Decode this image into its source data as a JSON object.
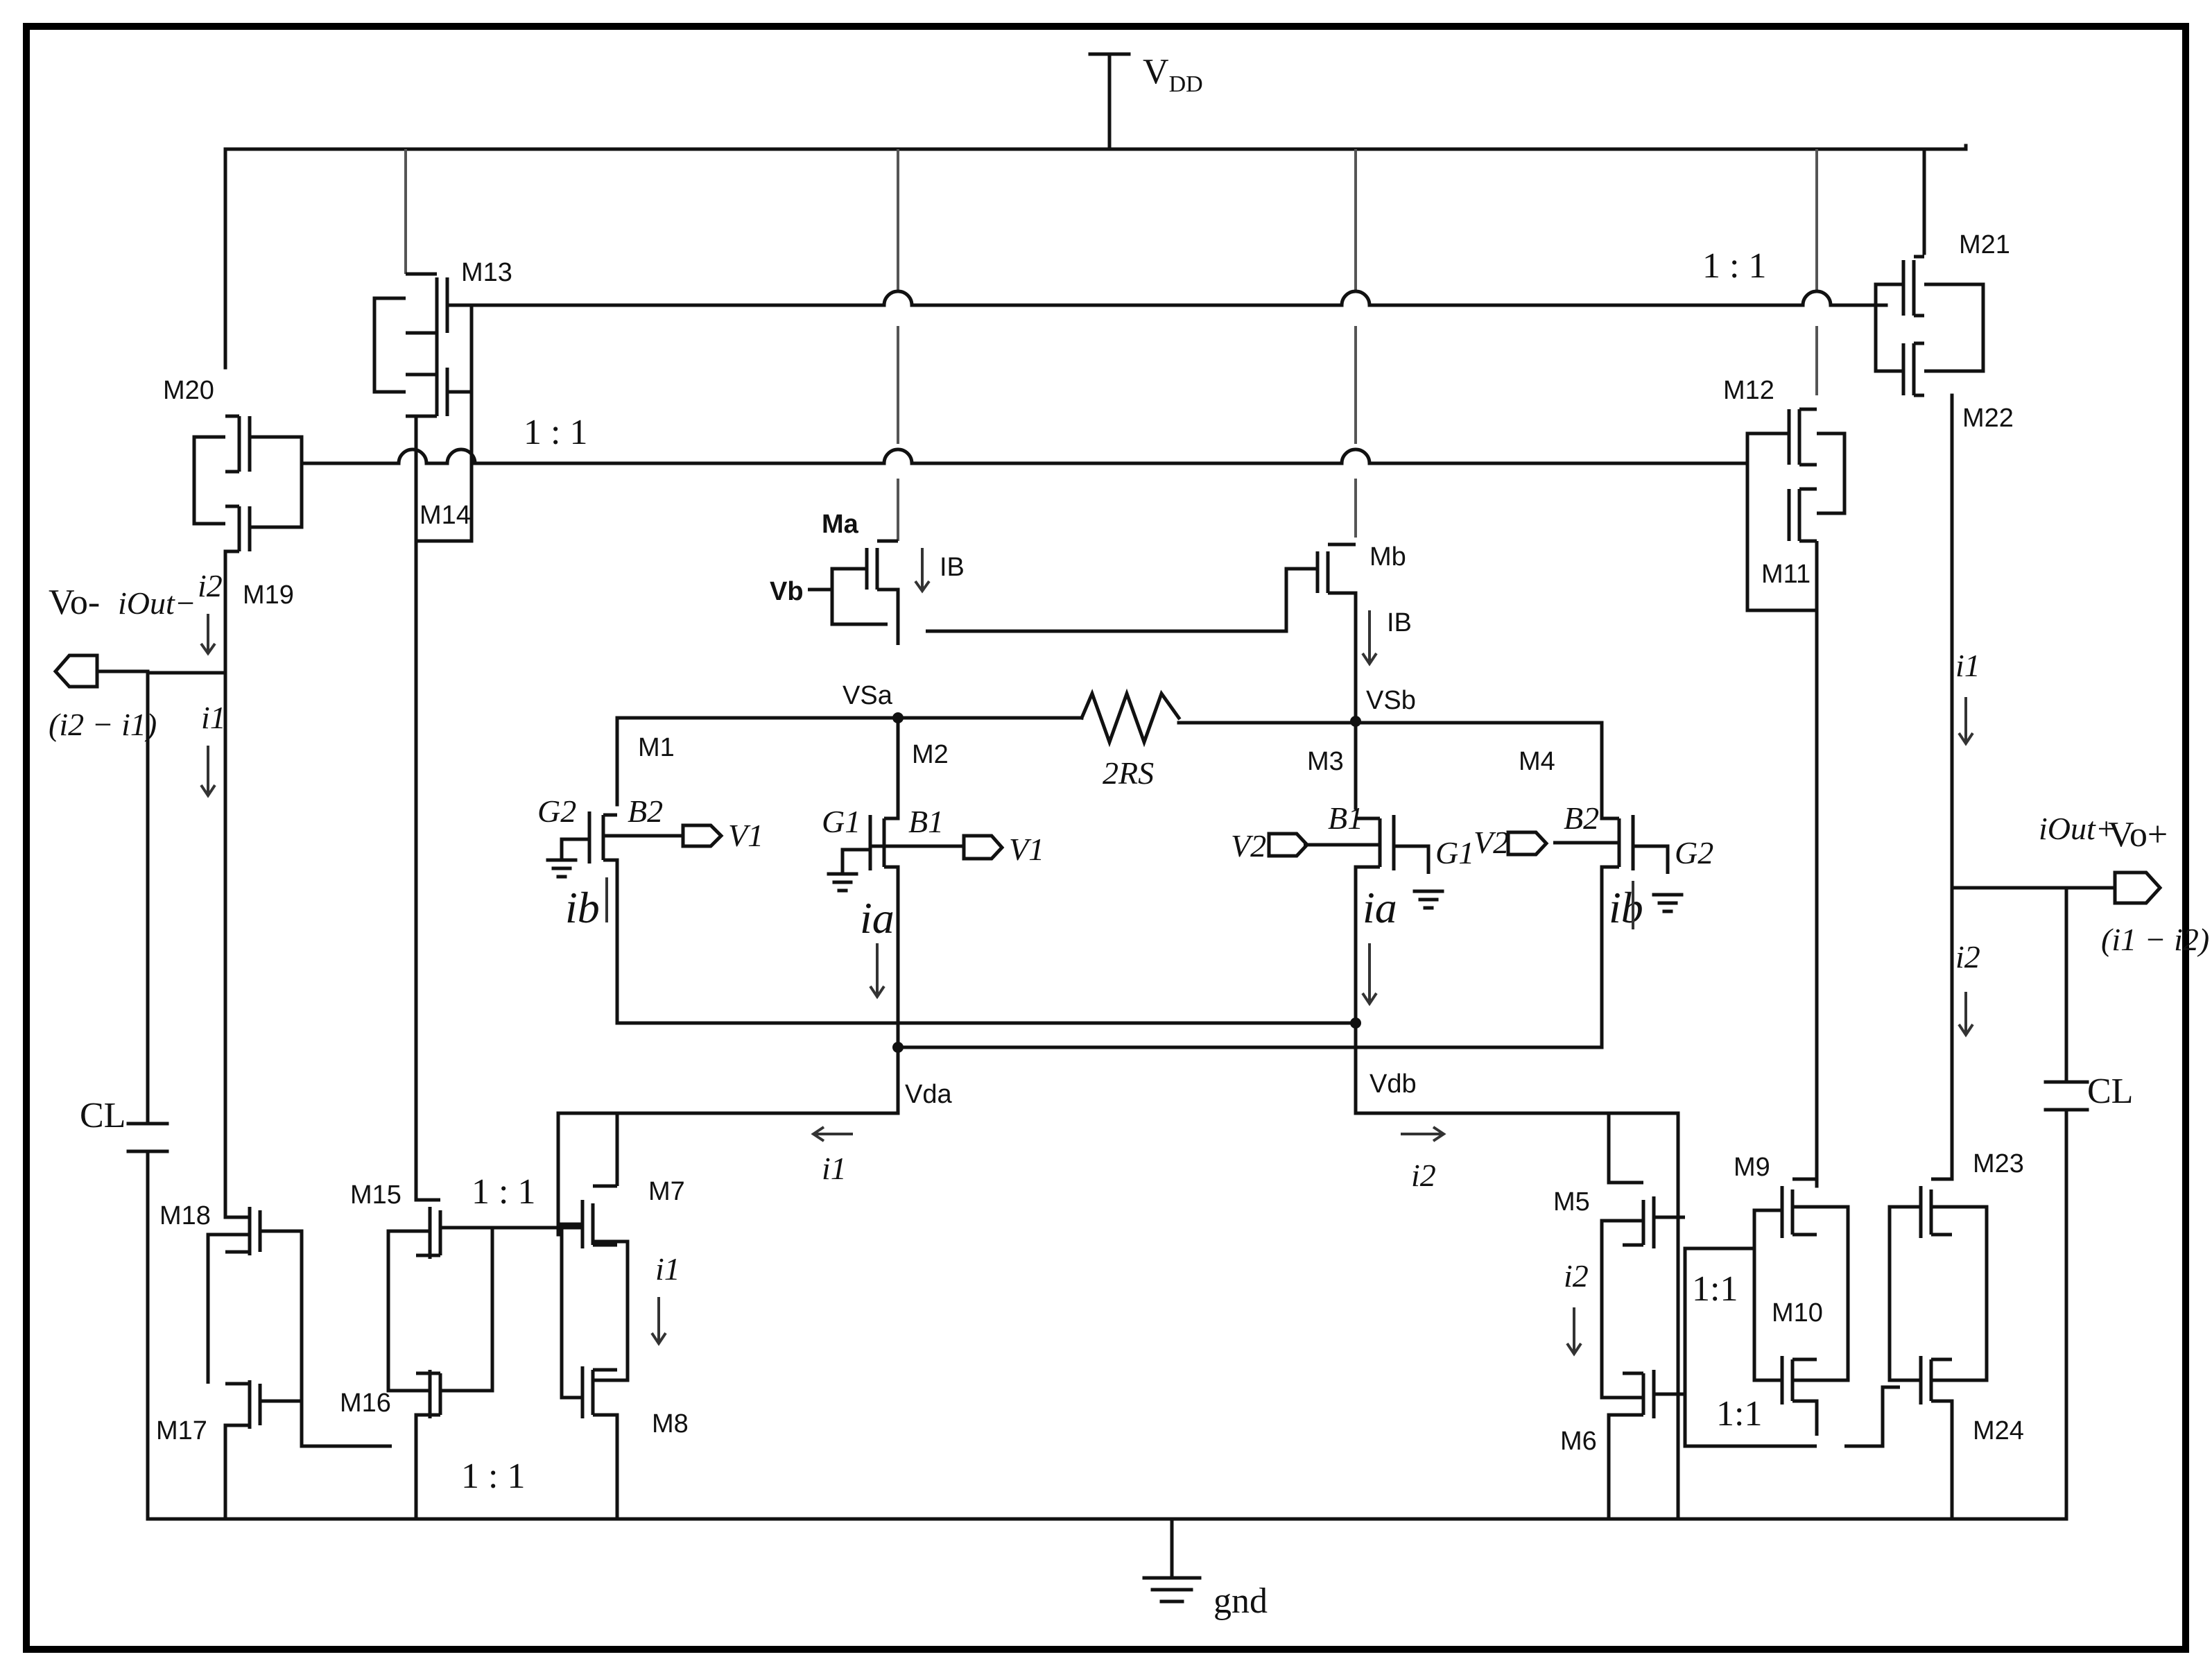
{
  "supply": {
    "vdd": "V",
    "vdd_sub": "DD",
    "gnd": "gnd"
  },
  "transistors": {
    "M1": "M1",
    "M2": "M2",
    "M3": "M3",
    "M4": "M4",
    "M5": "M5",
    "M6": "M6",
    "M7": "M7",
    "M8": "M8",
    "M9": "M9",
    "M10": "M10",
    "M11": "M11",
    "M12": "M12",
    "M13": "M13",
    "M14": "M14",
    "M15": "M15",
    "M16": "M16",
    "M17": "M17",
    "M18": "M18",
    "M19": "M19",
    "M20": "M20",
    "M21": "M21",
    "M22": "M22",
    "M23": "M23",
    "M24": "M24",
    "Ma": "Ma",
    "Mb": "Mb"
  },
  "nodes": {
    "vsa": "VSa",
    "vsb": "VSb",
    "vda": "Vda",
    "vdb": "Vdb",
    "vb": "Vb",
    "ib_a": "IB",
    "ib_b": "IB"
  },
  "resistor": {
    "label": "2RS"
  },
  "terminals": {
    "g2_left": "G2",
    "b2_left": "B2",
    "v1_left": "V1",
    "g1_left": "G1",
    "b1_left": "B1",
    "v1_mid": "V1",
    "v2_mid": "V2",
    "b1_right": "B1",
    "g1_right": "G1",
    "v2_right": "V2",
    "b2_right": "B2",
    "g2_right": "G2"
  },
  "currents": {
    "ib_left": "ib",
    "ia_left": "ia",
    "ia_right": "ia",
    "ib_right": "ib",
    "i1_vda": "i1",
    "i2_vdb": "i2",
    "i2_left_top": "i2",
    "i1_left": "i1",
    "i1_right": "i1",
    "i2_right": "i2",
    "i1_m7": "i1",
    "i2_m5": "i2"
  },
  "ratios": {
    "top_right": "1 : 1",
    "top_left": "1 : 1",
    "m15_m7": "1 : 1",
    "m16_bottom": "1 : 1",
    "m5_m9": "1:1",
    "m6_m10": "1:1"
  },
  "outputs": {
    "vo_minus": "Vo-",
    "iout_minus": "iOut−",
    "vo_minus_expr": "(i2 − i1)",
    "vo_plus": "Vo+",
    "iout_plus": "iOut+",
    "vo_plus_expr": "(i1 − i2)",
    "cl_left": "CL",
    "cl_right": "CL"
  }
}
